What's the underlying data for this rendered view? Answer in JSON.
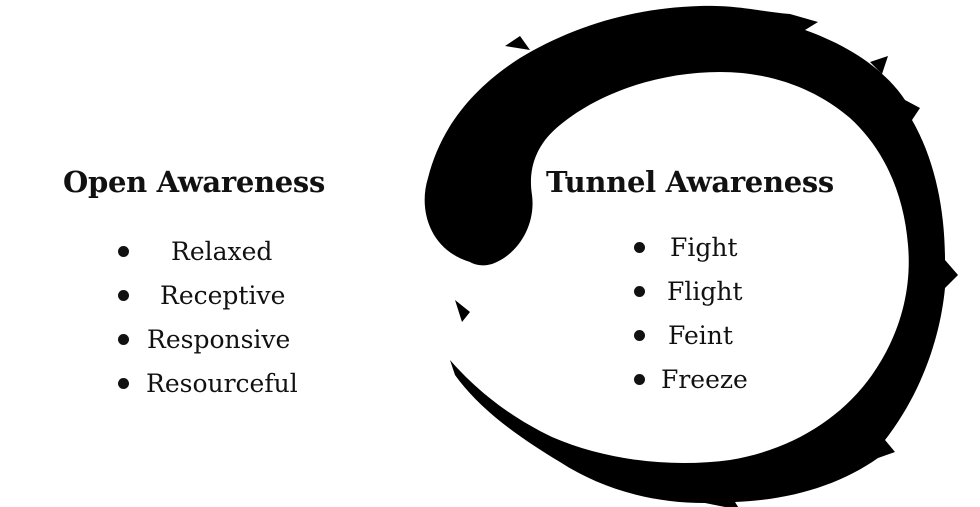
{
  "left": {
    "heading": "Open Awareness",
    "items": [
      "Relaxed",
      "Receptive",
      "Responsive",
      "Resourceful"
    ]
  },
  "right": {
    "heading": "Tunnel Awareness",
    "items": [
      "Fight",
      "Flight",
      "Feint",
      "Freeze"
    ]
  },
  "colors": {
    "ink": "#111111",
    "background": "#ffffff"
  }
}
